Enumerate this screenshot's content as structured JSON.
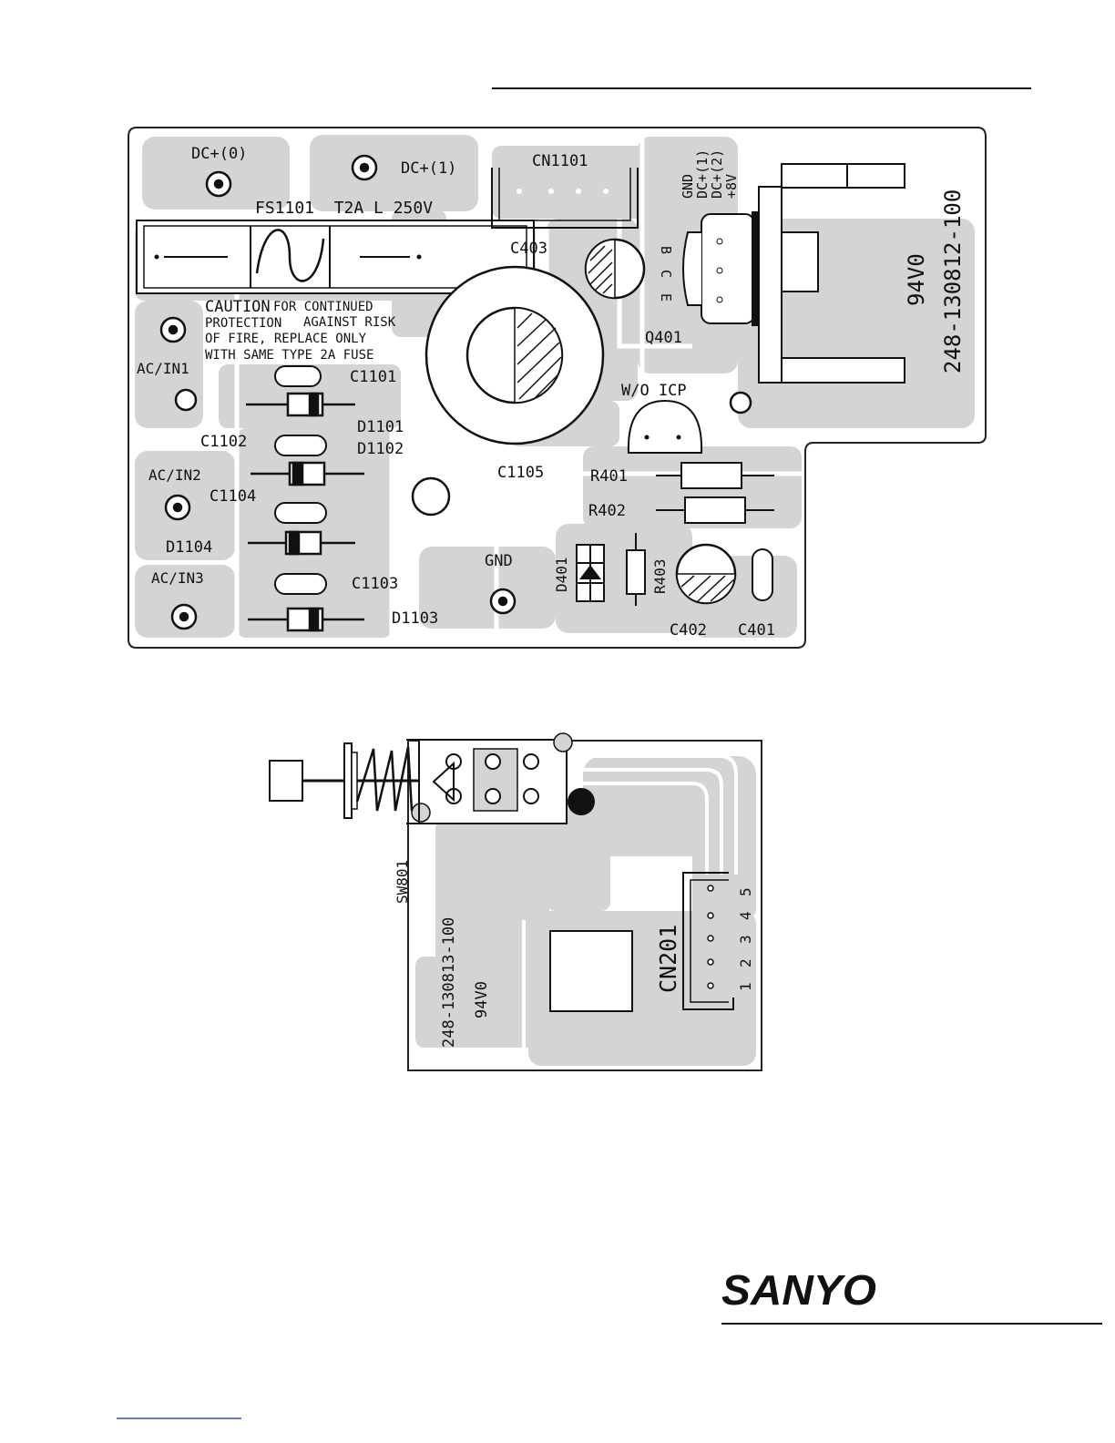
{
  "pcb1": {
    "labels": {
      "dc0": "DC+(0)",
      "dc1": "DC+(1)",
      "cn1101": "CN1101",
      "fuse": "FS1101  T2A L 250V",
      "gnd_top": "GND",
      "dc1_top": "DC+(1)",
      "dc2_top": "DC+(2)",
      "v8_top": "+8V",
      "bce_b": "B",
      "bce_c": "C",
      "bce_e": "E",
      "c403": "C403",
      "part_no": "248-130812-100",
      "grade": "94V0",
      "caution1": "CAUTION",
      "caution1b": "FOR CONTINUED",
      "caution2a": "PROTECTION",
      "caution2b": "AGAINST RISK",
      "caution3": "OF FIRE, REPLACE ONLY",
      "caution4": "WITH SAME TYPE 2A FUSE",
      "q401": "Q401",
      "acin1": "AC/IN1",
      "c1101": "C1101",
      "wo_icp": "W/O ICP",
      "d1101": "D1101",
      "d1102": "D1102",
      "c1102": "C1102",
      "acin2": "AC/IN2",
      "c1105": "C1105",
      "r401": "R401",
      "r402": "R402",
      "c1104": "C1104",
      "d1104": "D1104",
      "d401": "D401",
      "r403": "R403",
      "gnd": "GND",
      "acin3": "AC/IN3",
      "c1103": "C1103",
      "d1103": "D1103",
      "c402": "C402",
      "c401": "C401"
    }
  },
  "pcb2": {
    "labels": {
      "sw801": "SW801",
      "part_no": "248-130813-100",
      "grade": "94V0",
      "cn201": "CN201",
      "pin1": "1",
      "pin2": "2",
      "pin3": "3",
      "pin4": "4",
      "pin5": "5"
    }
  },
  "brand": {
    "logo_text": "SANYO"
  }
}
